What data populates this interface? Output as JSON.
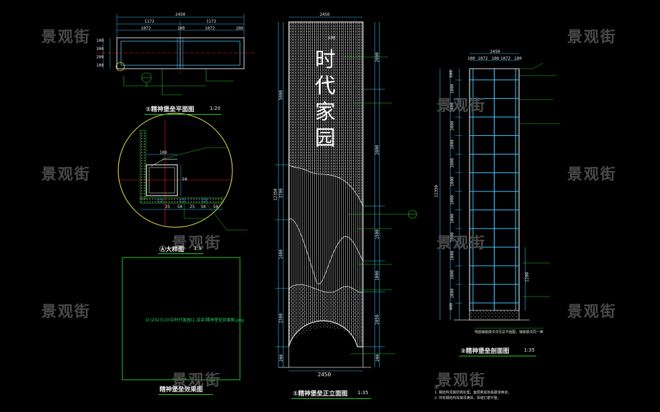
{
  "watermark": "景观街",
  "views": {
    "plan": {
      "title": "①精神堡垒平面图",
      "scale": "1:20",
      "dims_top": [
        "2450"
      ],
      "dims_mid": [
        "1172",
        "1172"
      ],
      "dims_low": [
        "1072",
        "100",
        "1072",
        "100"
      ],
      "side_dims": [
        "100",
        "300",
        "200",
        "100"
      ]
    },
    "detail": {
      "title": "Ⓐ大样图",
      "scale": "1:3",
      "dims_bottom": [
        "25",
        "50",
        "25",
        "50",
        "50"
      ],
      "dims_side": [
        "100",
        "50"
      ]
    },
    "render": {
      "title": "精神堡垒效果图",
      "path": "D:\\2023\\10\\中时代家园\\1.渲染\\精神堡垒效果图.png"
    },
    "front": {
      "title": "①精神堡垒正立面图",
      "scale": "1:35",
      "top_dim": "2450",
      "bottom_dim": "2450",
      "left_total": "12350",
      "left_dims": [
        "5000",
        "3700",
        "1400",
        "2300",
        "200"
      ],
      "right_dims": [
        "2000",
        "2800",
        "1500",
        "1000",
        "2850",
        "200"
      ],
      "characters": [
        "时",
        "代",
        "家",
        "园"
      ],
      "char_top_dim": "600"
    },
    "section": {
      "title": "②精神堡垒剖面图",
      "scale": "1:35",
      "top_dim": "2450",
      "top_sub": [
        "100",
        "1072",
        "100",
        "1072",
        "100"
      ],
      "total_height": "12350",
      "row_dims": [
        "600",
        "1000",
        "1000",
        "1000",
        "1000",
        "1000",
        "1000",
        "1000",
        "1000",
        "1000",
        "1000",
        "1000",
        "1000",
        "400"
      ],
      "right_dim": "2200",
      "base_note": "地面铺装做法详见总平面图，铺装做法同一律"
    }
  },
  "notes": {
    "heading": "注：",
    "lines": [
      "1. 钢结构须做防锈处理，面层刷黑色氟碳漆两道；",
      "2. 所有钢结构焊接须满焊，焊缝打磨平整；"
    ]
  },
  "colors": {
    "background": "#000000",
    "outline": "#e0e0e0",
    "frame_green": "#20d020",
    "frame_cyan": "#40c8ff",
    "circle_yellow": "#f0f050",
    "red_axis": "#ff2020",
    "watermark_gray": "#4a4a4a"
  }
}
